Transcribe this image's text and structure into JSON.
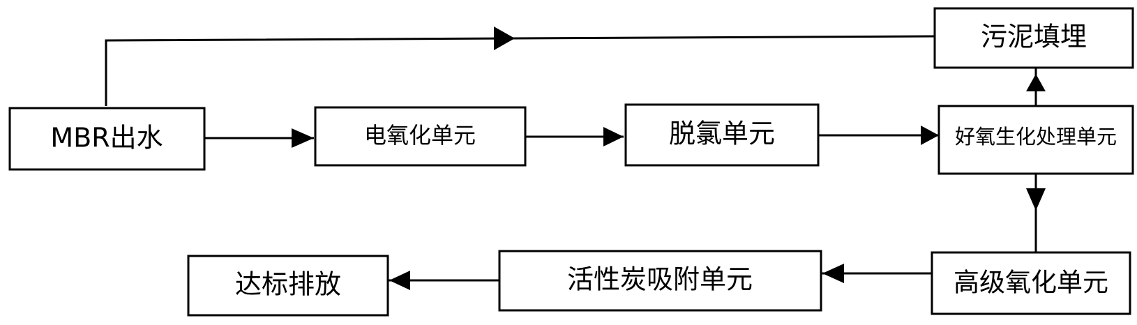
{
  "diagram": {
    "nodes": {
      "mbr_effluent": {
        "label": "MBR出水"
      },
      "electro_oxidation": {
        "label": "电氧化单元"
      },
      "dechlorination": {
        "label": "脱氯单元"
      },
      "aerobic_bio": {
        "label": "好氧生化处理单元"
      },
      "sludge_landfill": {
        "label": "污泥填埋"
      },
      "advanced_oxidation": {
        "label": "高级氧化单元"
      },
      "activated_carbon": {
        "label": "活性炭吸附单元"
      },
      "discharge": {
        "label": "达标排放"
      }
    },
    "edges": [
      {
        "from": "mbr_effluent",
        "to": "electro_oxidation"
      },
      {
        "from": "electro_oxidation",
        "to": "dechlorination"
      },
      {
        "from": "dechlorination",
        "to": "aerobic_bio"
      },
      {
        "from": "aerobic_bio",
        "to": "sludge_landfill"
      },
      {
        "from": "mbr_effluent",
        "to": "sludge_landfill"
      },
      {
        "from": "aerobic_bio",
        "to": "advanced_oxidation"
      },
      {
        "from": "advanced_oxidation",
        "to": "activated_carbon"
      },
      {
        "from": "activated_carbon",
        "to": "discharge"
      }
    ]
  }
}
